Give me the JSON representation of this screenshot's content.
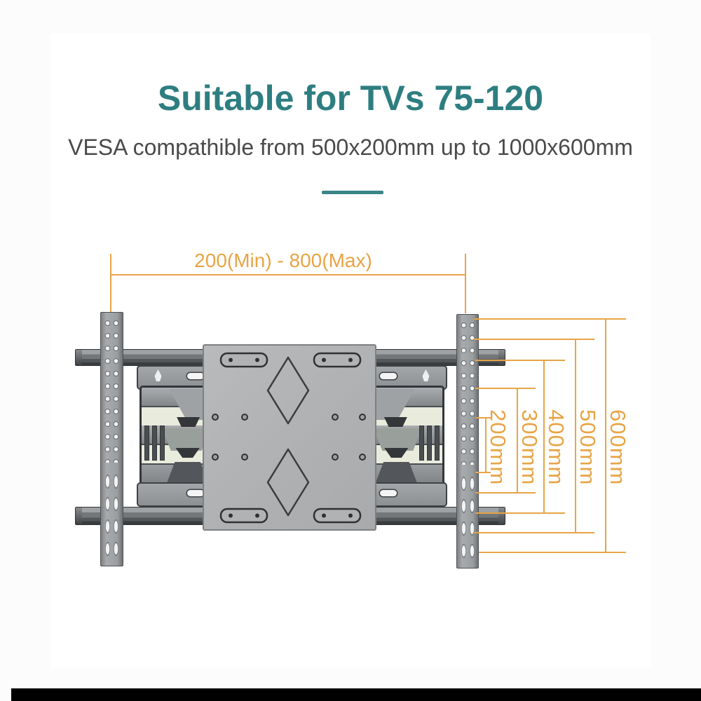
{
  "header": {
    "title": "Suitable for TVs 75-120",
    "subtitle": "VESA compathible from 500x200mm up to 1000x600mm"
  },
  "colors": {
    "title_teal": "#2E7E81",
    "divider_teal": "#3A8487",
    "dimension_orange": "#E8A445",
    "subtitle_gray": "#4A4A4A"
  },
  "diagram": {
    "product": "articulating-tv-wall-mount-top-view",
    "top_dimension_label": "200(Min) - 800(Max)",
    "vertical_dimension_labels": [
      "200mm",
      "300mm",
      "400mm",
      "500mm",
      "600mm"
    ]
  }
}
